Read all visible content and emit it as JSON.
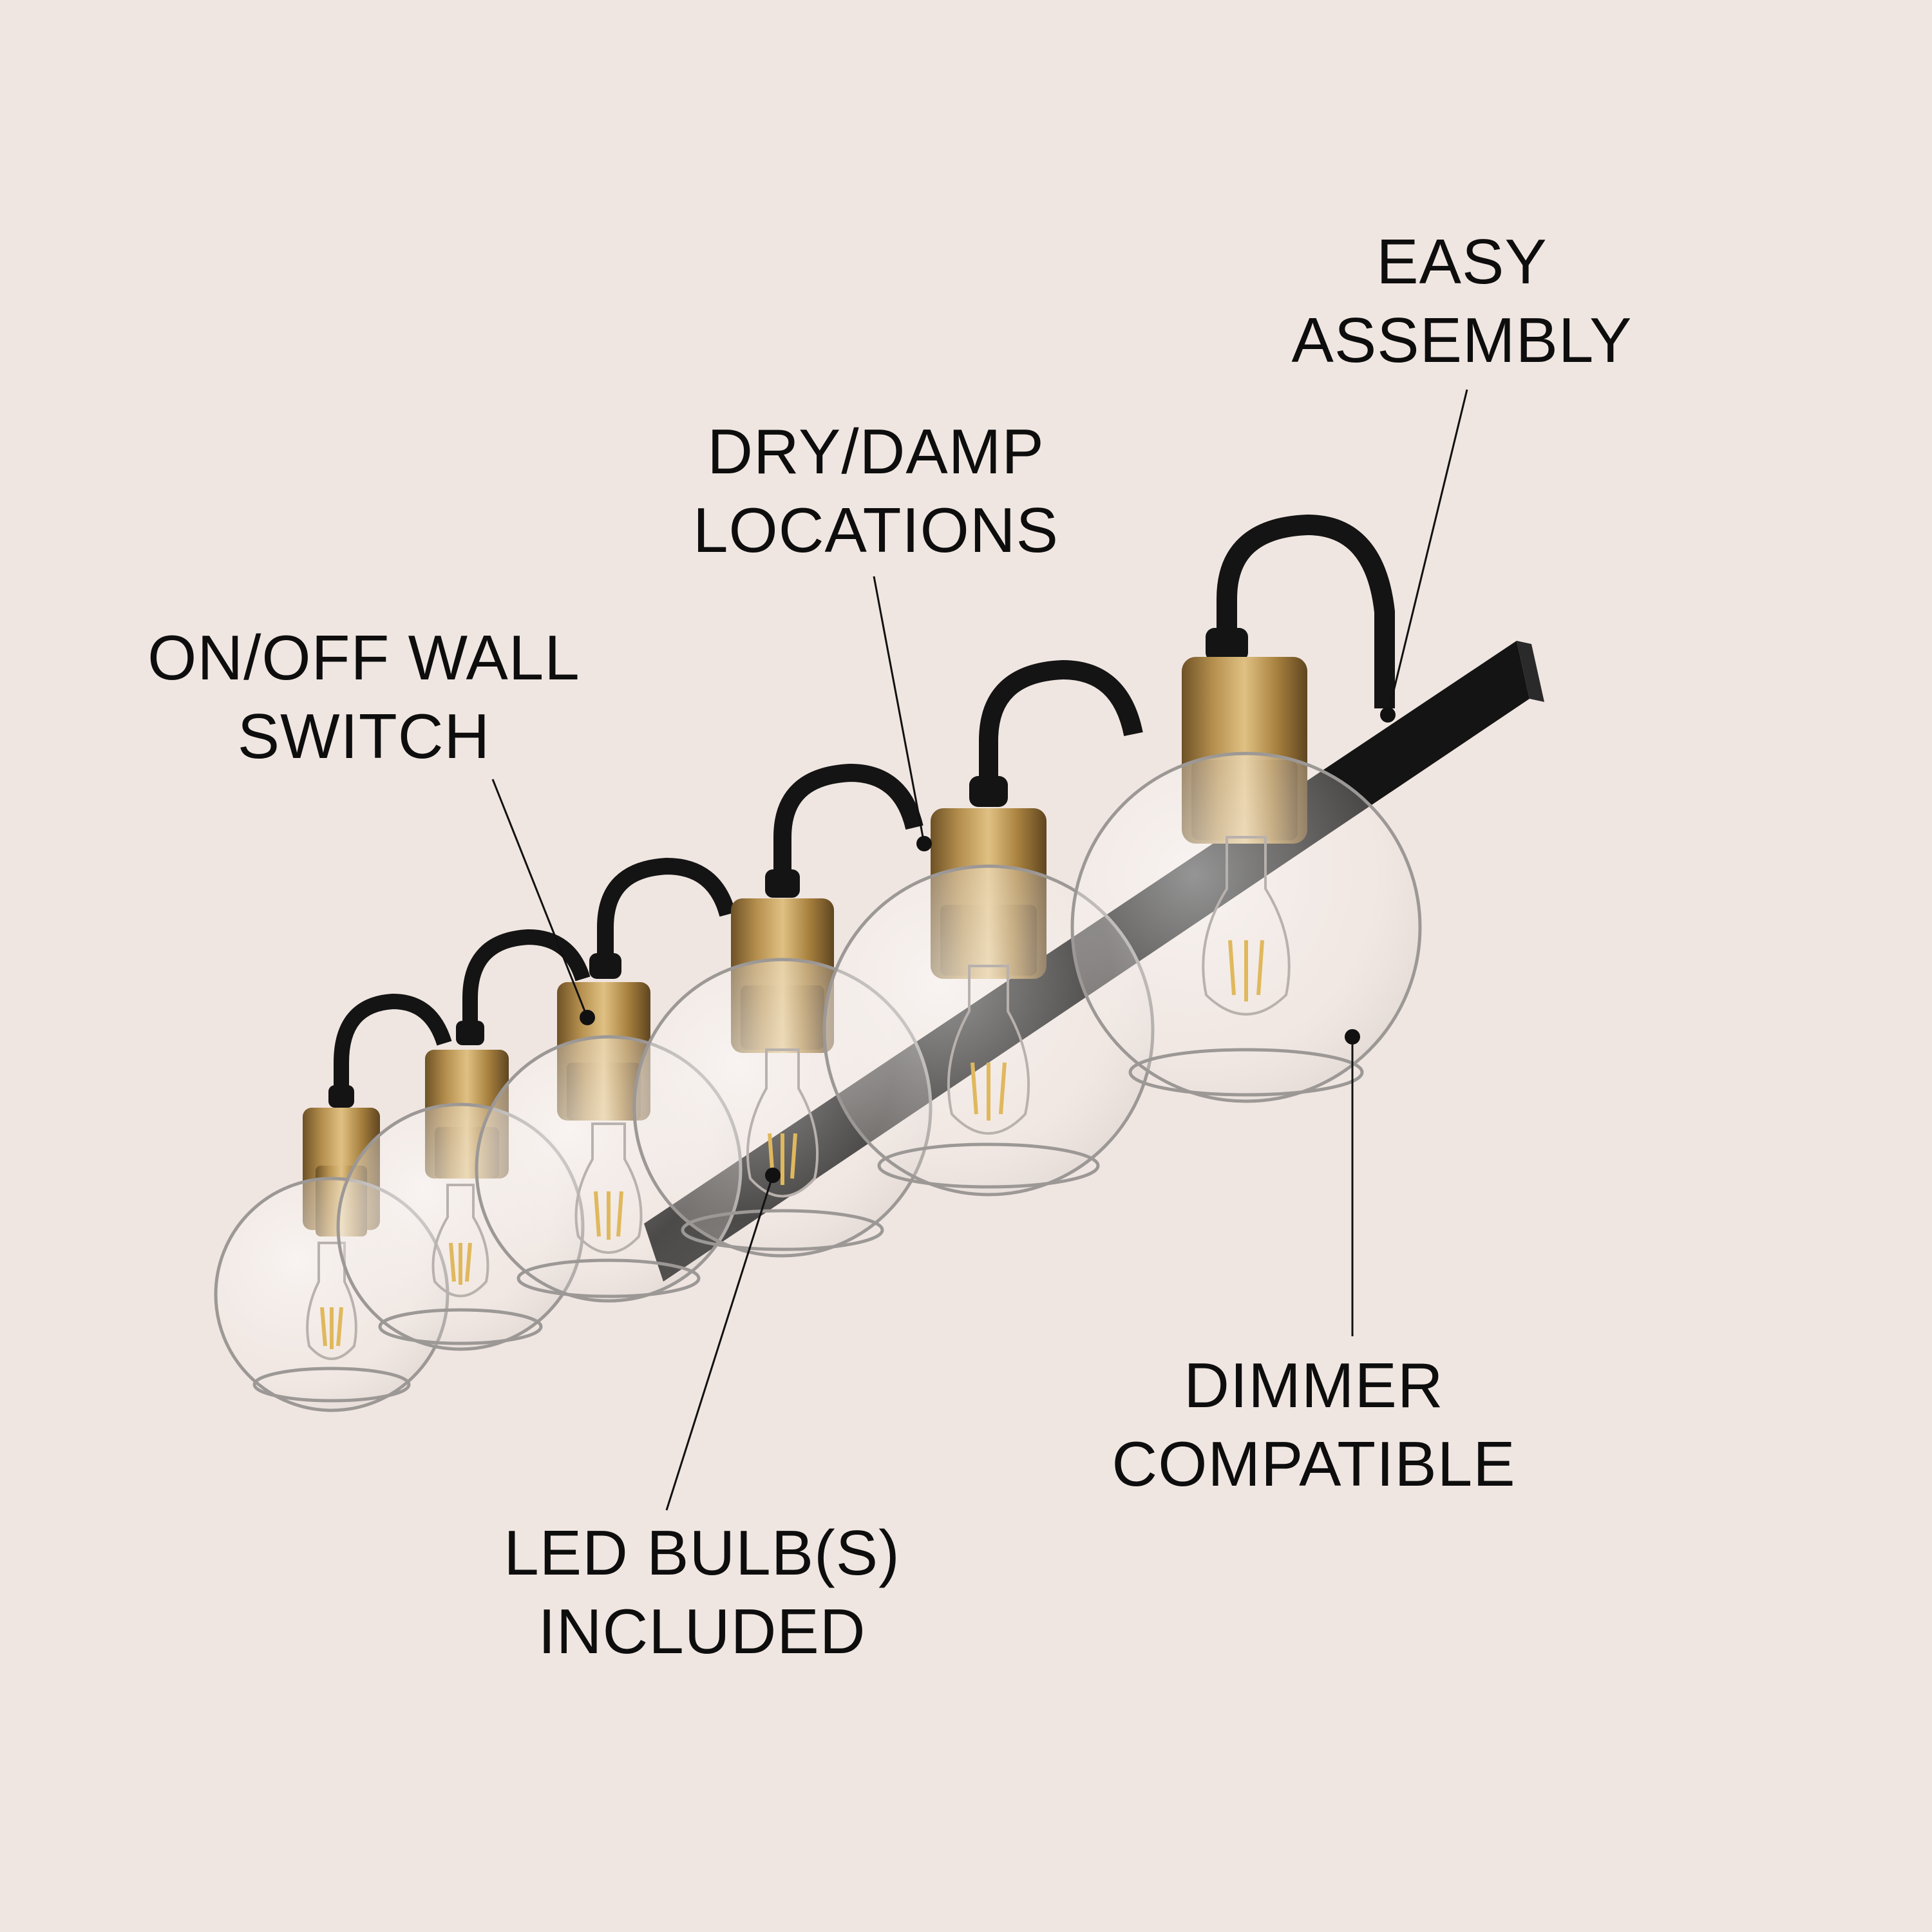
{
  "colors": {
    "background": "#f0e6e1",
    "text": "#0d0d0d",
    "fixture_black": "#161616",
    "brass": "#b08a4a",
    "glass": "#ffffff"
  },
  "product": {
    "name": "vanity light fixture",
    "shade_count": 6,
    "finish": [
      "matte black",
      "brass"
    ],
    "shade": "clear glass globe"
  },
  "callouts": {
    "easy_assembly": {
      "line1": "EASY",
      "line2": "ASSEMBLY"
    },
    "dry_damp": {
      "line1": "DRY/DAMP",
      "line2": "LOCATIONS"
    },
    "on_off": {
      "line1": "ON/OFF WALL",
      "line2": "SWITCH"
    },
    "dimmer": {
      "line1": "DIMMER",
      "line2": "COMPATIBLE"
    },
    "led": {
      "line1": "LED BULB(S)",
      "line2": "INCLUDED"
    }
  }
}
